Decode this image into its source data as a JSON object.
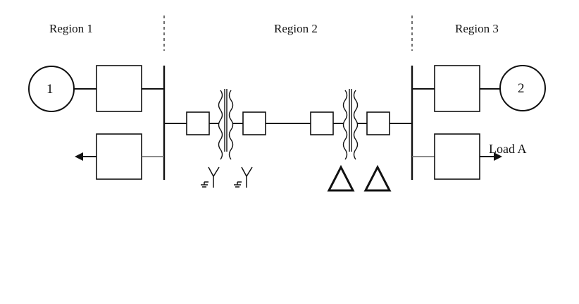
{
  "regions": [
    {
      "label": "Region 1"
    },
    {
      "label": "Region 2"
    },
    {
      "label": "Region 3"
    }
  ],
  "generators": [
    {
      "label": "1"
    },
    {
      "label": "2"
    }
  ],
  "load": {
    "label": "Load A"
  }
}
